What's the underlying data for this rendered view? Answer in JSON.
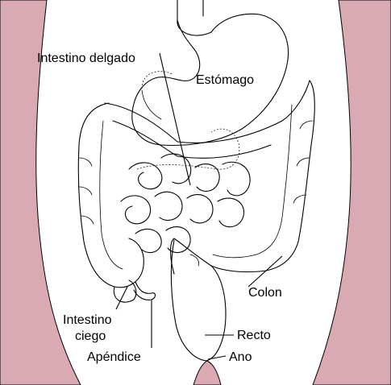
{
  "labels": {
    "small_intestine": "Intestino delgado",
    "stomach": "Estómago",
    "colon": "Colon",
    "cecum_line1": "Intestino",
    "cecum_line2": "ciego",
    "appendix": "Apéndice",
    "rectum": "Recto",
    "anus": "Ano"
  },
  "colors": {
    "skin": "#d9aab4",
    "background": "#ffffff",
    "outline": "#000000"
  }
}
